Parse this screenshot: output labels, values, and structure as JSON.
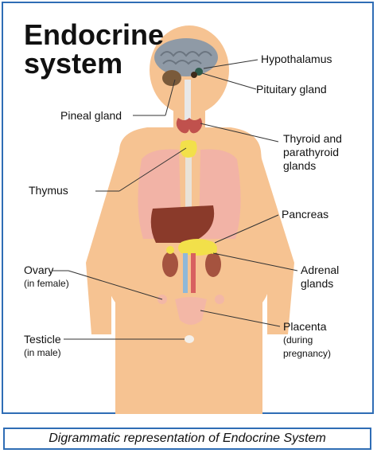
{
  "title_line1": "Endocrine",
  "title_line2": "system",
  "labels": {
    "hypothalamus": "Hypothalamus",
    "pituitary": "Pituitary gland",
    "pineal": "Pineal gland",
    "thyroid_1": "Thyroid and",
    "thyroid_2": "parathyroid",
    "thyroid_3": "glands",
    "thymus": "Thymus",
    "pancreas": "Pancreas",
    "adrenal_1": "Adrenal",
    "adrenal_2": "glands",
    "ovary": "Ovary",
    "ovary_sub": "(in female)",
    "placenta": "Placenta",
    "placenta_sub1": "(during",
    "placenta_sub2": "pregnancy)",
    "testicle": "Testicle",
    "testicle_sub": "(in male)"
  },
  "caption": "Digrammatic representation of Endocrine System",
  "colors": {
    "border": "#2f6db5",
    "skin": "#f6c392",
    "lungs": "#f2b3a6",
    "liver": "#8a3a2a",
    "thyroid": "#c0514d",
    "pancreas": "#f2e04a"
  }
}
